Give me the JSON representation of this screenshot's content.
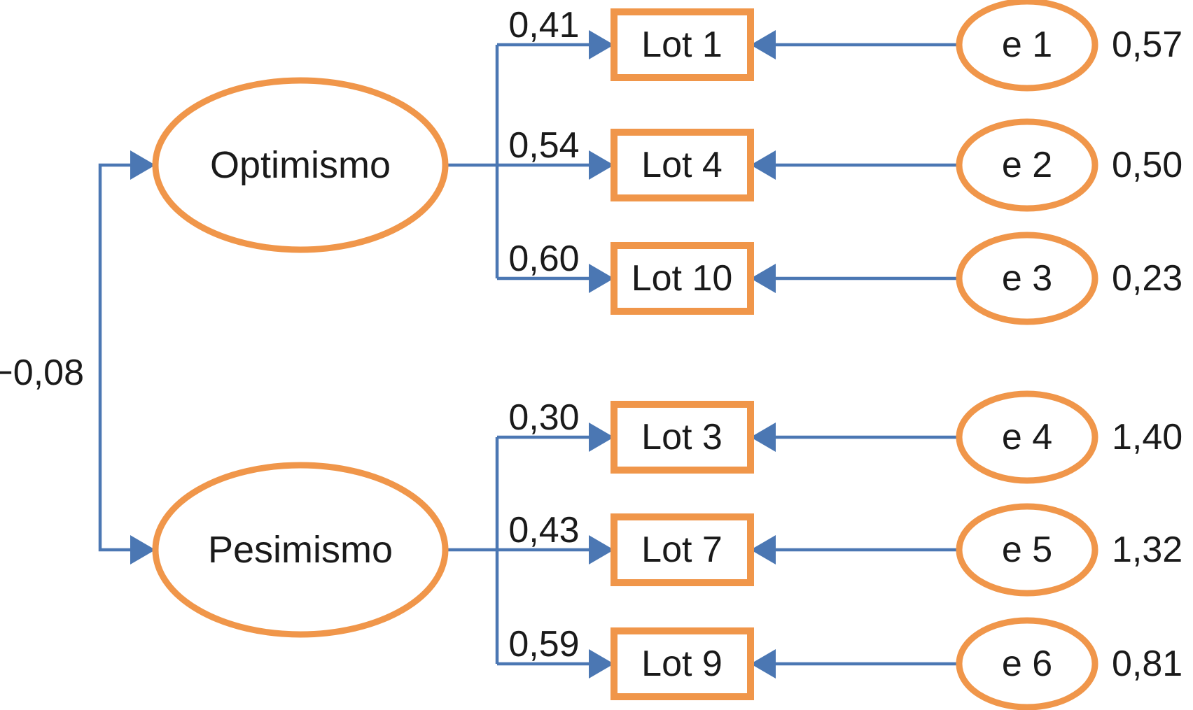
{
  "diagram": {
    "type": "sem-path-diagram",
    "correlation": {
      "value": "−0,08"
    },
    "latents": [
      {
        "label": "Optimismo"
      },
      {
        "label": "Pesimismo"
      }
    ],
    "indicators": [
      {
        "label": "Lot 1",
        "loading": "0,41",
        "error": {
          "label": "e 1",
          "variance": "0,57"
        }
      },
      {
        "label": "Lot 4",
        "loading": "0,54",
        "error": {
          "label": "e 2",
          "variance": "0,50"
        }
      },
      {
        "label": "Lot 10",
        "loading": "0,60",
        "error": {
          "label": "e 3",
          "variance": "0,23"
        }
      },
      {
        "label": "Lot 3",
        "loading": "0,30",
        "error": {
          "label": "e 4",
          "variance": "1,40"
        }
      },
      {
        "label": "Lot 7",
        "loading": "0,43",
        "error": {
          "label": "e 5",
          "variance": "1,32"
        }
      },
      {
        "label": "Lot 9",
        "loading": "0,59",
        "error": {
          "label": "e 6",
          "variance": "0,81"
        }
      }
    ],
    "colors": {
      "node_stroke": "#F0964A",
      "path": "#4B77B3",
      "text": "#1a1a1a",
      "background": "#ffffff"
    }
  }
}
